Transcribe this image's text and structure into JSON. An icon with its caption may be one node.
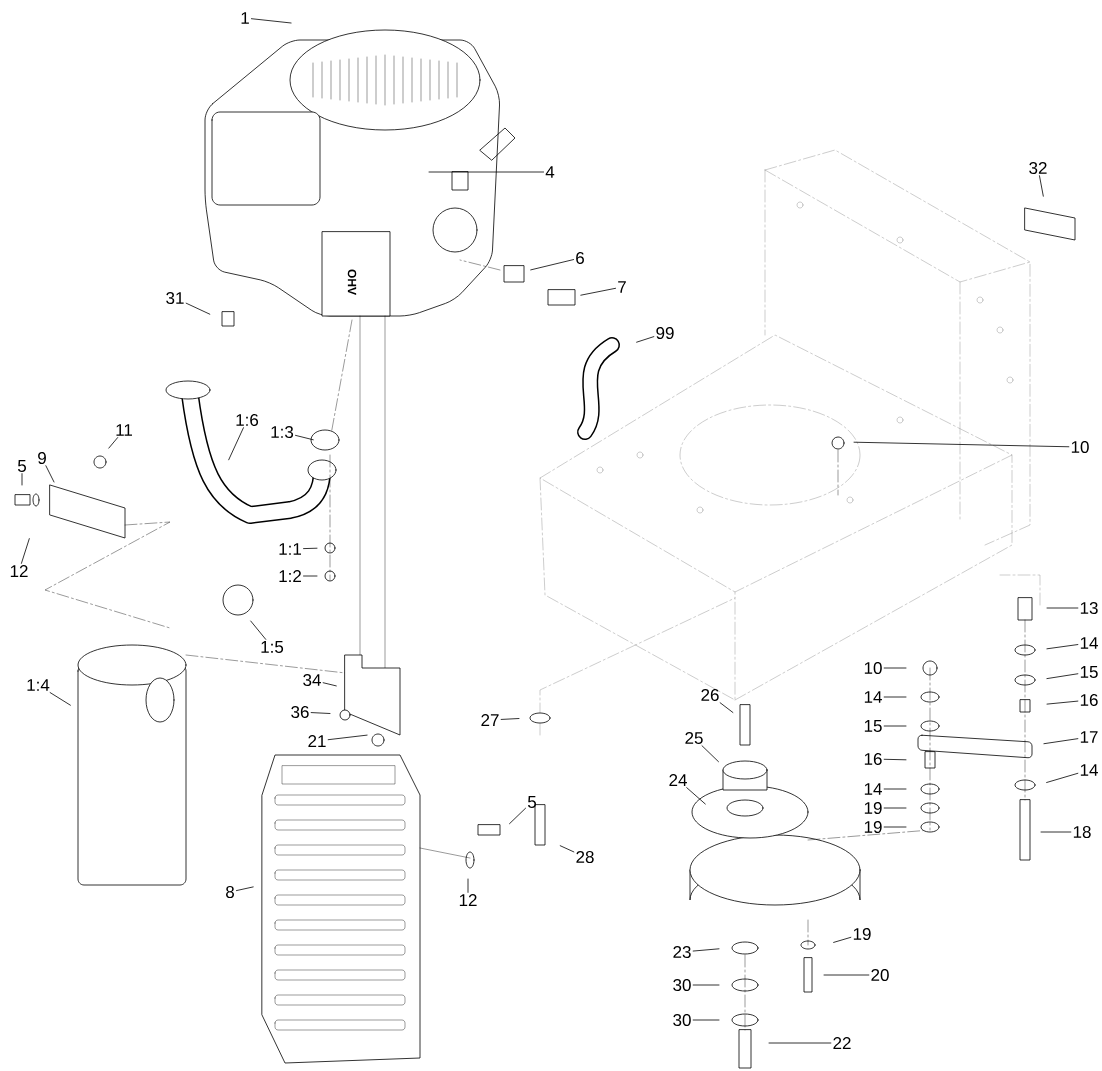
{
  "diagram": {
    "nodes": [
      {
        "text": [
          "1"
        ]
      },
      {
        "text": [
          "4"
        ]
      },
      {
        "text": [
          "32"
        ]
      },
      {
        "text": [
          "6"
        ]
      },
      {
        "text": [
          "7"
        ]
      },
      {
        "text": [
          "31"
        ]
      },
      {
        "text": [
          "99"
        ]
      },
      {
        "text": [
          "1:3"
        ]
      },
      {
        "text": [
          "1:6"
        ]
      },
      {
        "text": [
          "10"
        ]
      },
      {
        "text": [
          "11"
        ]
      },
      {
        "text": [
          "9"
        ]
      },
      {
        "text": [
          "5"
        ]
      },
      {
        "text": [
          "12"
        ]
      },
      {
        "text": [
          "1:1"
        ]
      },
      {
        "text": [
          "1:2"
        ]
      },
      {
        "text": [
          "1:5"
        ]
      },
      {
        "text": [
          "13"
        ]
      },
      {
        "text": [
          "14"
        ]
      },
      {
        "text": [
          "15"
        ]
      },
      {
        "text": [
          "10"
        ]
      },
      {
        "text": [
          "34"
        ]
      },
      {
        "text": [
          "1:4"
        ]
      },
      {
        "text": [
          "16"
        ]
      },
      {
        "text": [
          "14"
        ]
      },
      {
        "text": [
          "26"
        ]
      },
      {
        "text": [
          "36"
        ]
      },
      {
        "text": [
          "27"
        ]
      },
      {
        "text": [
          "15"
        ]
      },
      {
        "text": [
          "17"
        ]
      },
      {
        "text": [
          "21"
        ]
      },
      {
        "text": [
          "25"
        ]
      },
      {
        "text": [
          "16"
        ]
      },
      {
        "text": [
          "14"
        ]
      },
      {
        "text": [
          "14"
        ]
      },
      {
        "text": [
          "24"
        ]
      },
      {
        "text": [
          "5"
        ]
      },
      {
        "text": [
          "19"
        ]
      },
      {
        "text": [
          "19"
        ]
      },
      {
        "text": [
          "18"
        ]
      },
      {
        "text": [
          "28"
        ]
      },
      {
        "text": [
          "12"
        ]
      },
      {
        "text": [
          "8"
        ]
      },
      {
        "text": [
          "19"
        ]
      },
      {
        "text": [
          "23"
        ]
      },
      {
        "text": [
          "20"
        ]
      },
      {
        "text": [
          "30"
        ]
      },
      {
        "text": [
          "30"
        ]
      },
      {
        "text": [
          "22"
        ]
      }
    ],
    "edges": [
      {
        "from": 0,
        "to": null,
        "arrow": "none"
      },
      {
        "from": 1,
        "to": null,
        "arrow": "none"
      },
      {
        "from": 2,
        "to": null,
        "arrow": "none"
      },
      {
        "from": 3,
        "to": null,
        "arrow": "none"
      },
      {
        "from": 4,
        "to": null,
        "arrow": "none"
      },
      {
        "from": 5,
        "to": null,
        "arrow": "none"
      },
      {
        "from": 6,
        "to": null,
        "arrow": "none"
      },
      {
        "from": 7,
        "to": null,
        "arrow": "none"
      },
      {
        "from": 8,
        "to": null,
        "arrow": "none"
      },
      {
        "from": 9,
        "to": null,
        "arrow": "none"
      },
      {
        "from": 10,
        "to": null,
        "arrow": "none"
      },
      {
        "from": 11,
        "to": null,
        "arrow": "none"
      },
      {
        "from": 12,
        "to": null,
        "arrow": "none"
      },
      {
        "from": 13,
        "to": null,
        "arrow": "none"
      },
      {
        "from": 14,
        "to": null,
        "arrow": "none"
      },
      {
        "from": 15,
        "to": null,
        "arrow": "none"
      },
      {
        "from": 16,
        "to": null,
        "arrow": "none"
      },
      {
        "from": 17,
        "to": null,
        "arrow": "none"
      },
      {
        "from": 18,
        "to": null,
        "arrow": "none"
      },
      {
        "from": 19,
        "to": null,
        "arrow": "none"
      },
      {
        "from": 20,
        "to": null,
        "arrow": "none"
      },
      {
        "from": 21,
        "to": null,
        "arrow": "none"
      },
      {
        "from": 22,
        "to": null,
        "arrow": "none"
      },
      {
        "from": 23,
        "to": null,
        "arrow": "none"
      },
      {
        "from": 24,
        "to": null,
        "arrow": "none"
      },
      {
        "from": 25,
        "to": null,
        "arrow": "none"
      },
      {
        "from": 26,
        "to": null,
        "arrow": "none"
      },
      {
        "from": 27,
        "to": null,
        "arrow": "none"
      },
      {
        "from": 28,
        "to": null,
        "arrow": "none"
      },
      {
        "from": 29,
        "to": null,
        "arrow": "none"
      },
      {
        "from": 30,
        "to": null,
        "arrow": "none"
      },
      {
        "from": 31,
        "to": null,
        "arrow": "none"
      },
      {
        "from": 32,
        "to": null,
        "arrow": "none"
      },
      {
        "from": 33,
        "to": null,
        "arrow": "none"
      },
      {
        "from": 34,
        "to": null,
        "arrow": "none"
      },
      {
        "from": 35,
        "to": null,
        "arrow": "none"
      },
      {
        "from": 36,
        "to": null,
        "arrow": "none"
      },
      {
        "from": 37,
        "to": null,
        "arrow": "none"
      },
      {
        "from": 38,
        "to": null,
        "arrow": "none"
      },
      {
        "from": 39,
        "to": null,
        "arrow": "none"
      },
      {
        "from": 40,
        "to": null,
        "arrow": "none"
      },
      {
        "from": 41,
        "to": null,
        "arrow": "none"
      },
      {
        "from": 42,
        "to": null,
        "arrow": "none"
      },
      {
        "from": 43,
        "to": null,
        "arrow": "none"
      },
      {
        "from": 44,
        "to": null,
        "arrow": "none"
      },
      {
        "from": 45,
        "to": null,
        "arrow": "none"
      },
      {
        "from": 46,
        "to": null,
        "arrow": "none"
      },
      {
        "from": 47,
        "to": null,
        "arrow": "none"
      },
      {
        "from": 48,
        "to": null,
        "arrow": "none"
      }
    ],
    "labels": [
      "OHV"
    ]
  }
}
